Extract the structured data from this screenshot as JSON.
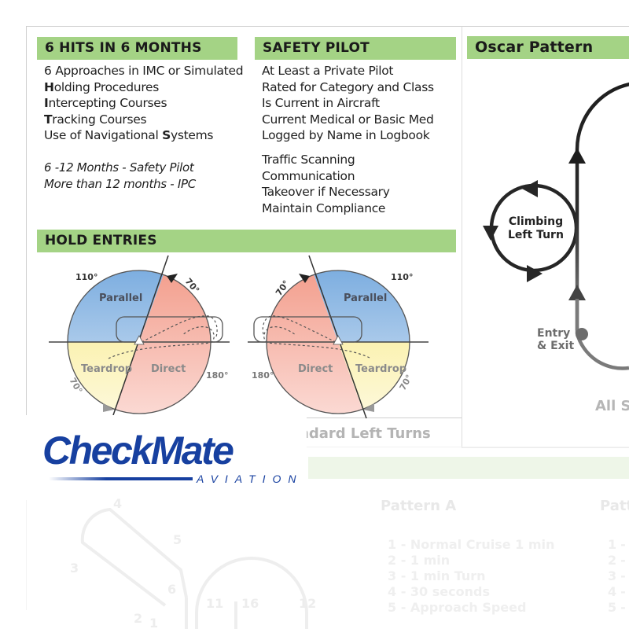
{
  "hits_section": {
    "title": "6 HITS IN 6 MONTHS",
    "items": [
      {
        "bold_initial": "",
        "rest": "6 Approaches in IMC or Simulated"
      },
      {
        "bold_initial": "H",
        "rest": "olding Procedures"
      },
      {
        "bold_initial": "I",
        "rest": "ntercepting Courses"
      },
      {
        "bold_initial": "T",
        "rest": "racking Courses"
      },
      {
        "bold_initial": "",
        "rest": "Use of Navigational ",
        "bold_mid": "S",
        "tail": "ystems"
      }
    ],
    "notes": [
      "6 -12 Months - Safety Pilot",
      "More than 12 months - IPC"
    ]
  },
  "safety_pilot": {
    "title": "SAFETY PILOT",
    "requirements": [
      "At Least a Private Pilot",
      "Rated for Category and Class",
      "Is Current in Aircraft",
      "Current Medical or Basic Med",
      "Logged by Name in Logbook"
    ],
    "duties": [
      "Traffic Scanning",
      "Communication",
      "Takeover if Necessary",
      "Maintain Compliance"
    ]
  },
  "oscar_pattern": {
    "title": "Oscar Pattern",
    "loop_label_line1": "Climbing",
    "loop_label_line2": "Left Turn",
    "entry_label_line1": "Entry",
    "entry_label_line2": "& Exit",
    "footer_partial": "All St"
  },
  "hold_entries": {
    "title": "HOLD ENTRIES",
    "diagram_right_hand": {
      "sectors": {
        "parallel": "Parallel",
        "teardrop": "Teardrop",
        "direct": "Direct"
      },
      "angles": {
        "a110": "110°",
        "a70_top": "70°",
        "a70_bottom": "70°",
        "a180": "180°"
      }
    },
    "diagram_left_hand": {
      "sectors": {
        "parallel": "Parallel",
        "teardrop": "Teardrop",
        "direct": "Direct"
      },
      "angles": {
        "a110": "110°",
        "a70_top": "70°",
        "a70_bottom": "70°",
        "a180": "180°"
      }
    },
    "caption_partial": "ndard Left Turns",
    "colors": {
      "parallel": "#8bb4e0",
      "direct": "#f4a99a",
      "teardrop": "#fbf4bd"
    }
  },
  "logo": {
    "name": "CheckMate",
    "sub": "AVIATION",
    "color": "#1740a0"
  },
  "faded_patterns": {
    "pattern_a_title": "Pattern A",
    "pattern_b_title_partial": "Patt",
    "pattern_a_steps": [
      "1 - Normal Cruise 1 min",
      "2 - 1 min",
      "3 - 1 min Turn",
      "4 - 30 seconds",
      "5 - Approach Speed"
    ],
    "pattern_b_steps_partial": [
      "1 - ",
      "2 - ",
      "3 - ",
      "4 - ",
      "5 - "
    ],
    "diagram_numbers": [
      "4",
      "5",
      "3",
      "6",
      "2",
      "1",
      "11",
      "16",
      "12"
    ]
  },
  "colors": {
    "header_green": "#a4d385",
    "header_green_faded": "#eef6e8",
    "diagram_dark": "#222222",
    "entry_gray": "#6d6d6d"
  }
}
